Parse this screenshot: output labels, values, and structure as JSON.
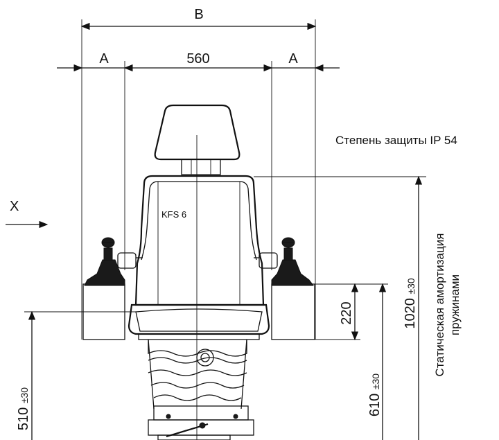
{
  "dimensions": {
    "overall_width": "B",
    "side_clearance_left": "A",
    "side_clearance_right": "A",
    "seat_width": "560",
    "armrest_height": "220",
    "seat_height": "610",
    "seat_height_tol": "±30",
    "base_height": "510",
    "base_height_tol": "±30",
    "total_height": "1020",
    "total_height_tol": "±30"
  },
  "labels": {
    "view_direction": "X",
    "model": "KFS 6",
    "protection": "Степень защиты IP 54",
    "suspension_line1": "Статическая амортизация",
    "suspension_line2": "пружинами"
  }
}
